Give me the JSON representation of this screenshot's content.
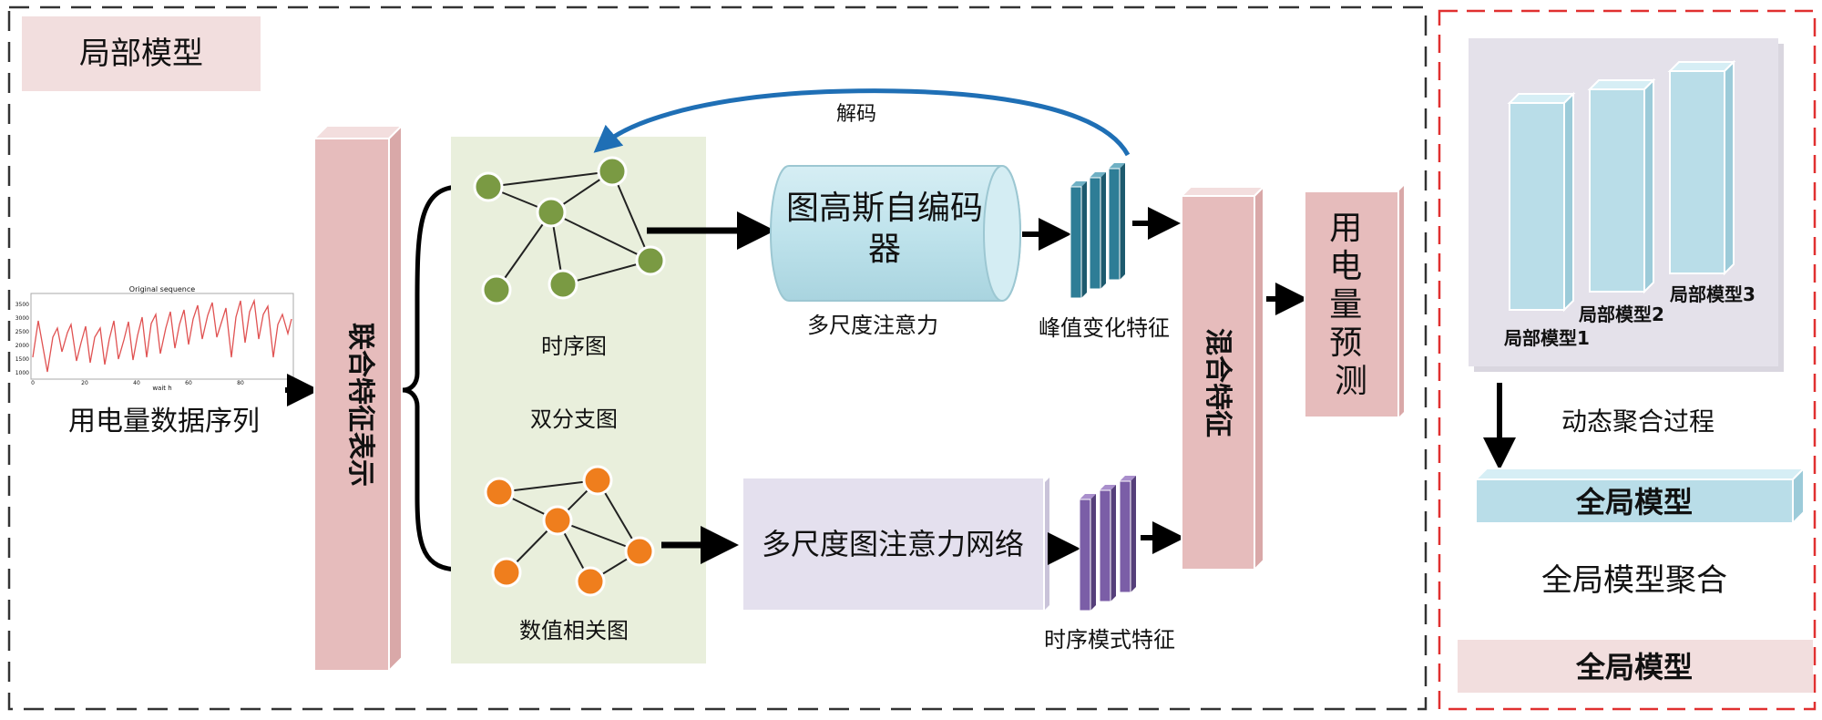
{
  "local_panel": {
    "title": "局部模型",
    "input_label": "用电量数据序列",
    "mini_chart": {
      "title": "Original sequence",
      "xlabel": "wait h",
      "xticks": [
        "0",
        "20",
        "40",
        "60",
        "80"
      ],
      "yticks": [
        "3500",
        "3000",
        "2500",
        "2000",
        "1500",
        "1000"
      ],
      "line_color": "#e05252"
    },
    "joint_feature": "联合特征表示",
    "branch_title": "双分支图",
    "temporal_graph_label": "时序图",
    "value_graph_label": "数值相关图",
    "gae_label": "图高斯自编码器",
    "gae_sublabel": "多尺度注意力",
    "decode_label": "解码",
    "peak_feature_label": "峰值变化特征",
    "msgat_label": "多尺度图注意力网络",
    "temporal_pattern_label": "时序模式特征",
    "mixed_feature_label": "混合特征",
    "prediction_label": "用电量预测",
    "colors": {
      "pink": "#e6bcbc",
      "pink_side": "#d9a8a8",
      "green_bg": "#e9efdc",
      "node_green": "#7a9a43",
      "node_orange": "#ef7e1d",
      "cyl_blue": "#bfe3ec",
      "lavender": "#e4e0ee",
      "teal": "#2e7d96",
      "purple": "#7b5ea7",
      "arrow_blue": "#1f6fb5"
    }
  },
  "global_panel": {
    "local_model_1": "局部模型1",
    "local_model_2": "局部模型2",
    "local_model_3": "局部模型3",
    "process_label": "动态聚合过程",
    "global_model_bar": "全局模型",
    "aggregation_label": "全局模型聚合",
    "title": "全局模型",
    "colors": {
      "light_blue": "#b9dde8",
      "gray_bg": "#e4e1ea",
      "red_dash": "#e03030"
    }
  }
}
